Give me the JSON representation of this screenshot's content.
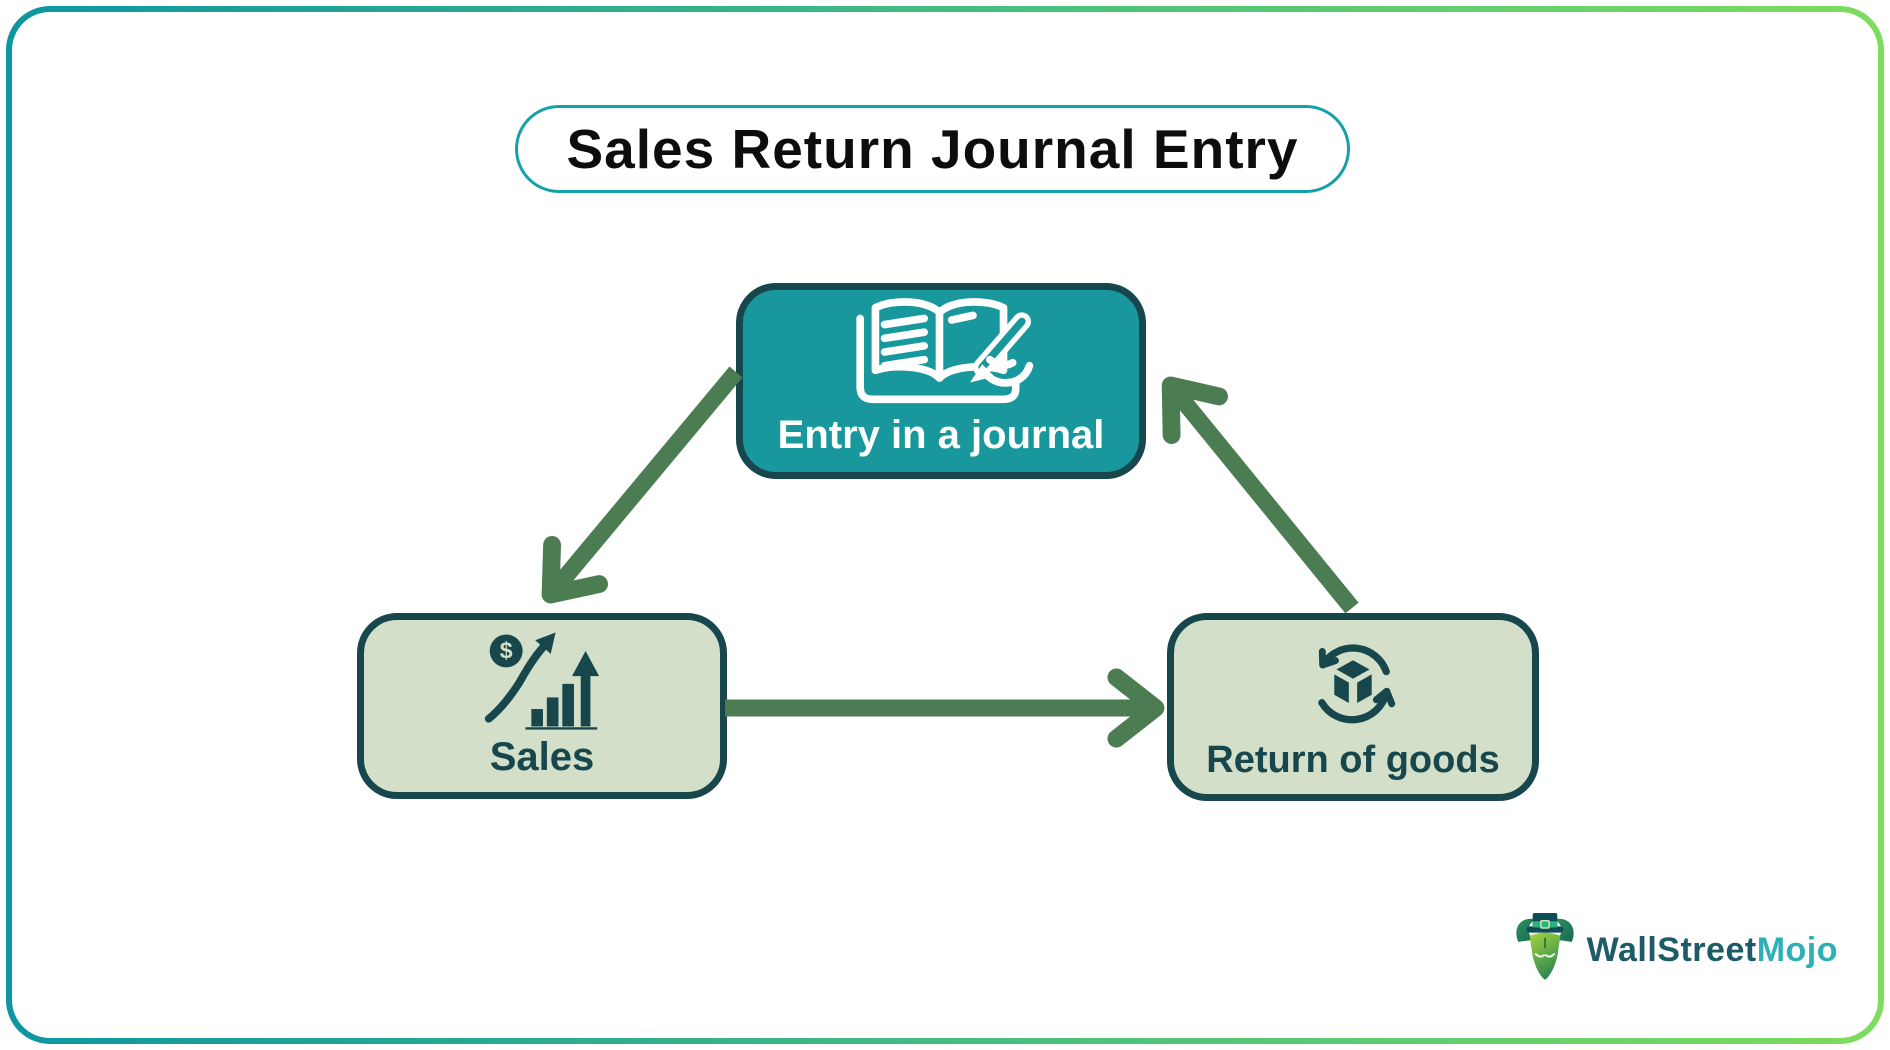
{
  "title": {
    "text": "Sales Return Journal Entry"
  },
  "diagram": {
    "nodes": [
      {
        "id": "journal",
        "label": "Entry in a journal",
        "icon": "book-writing-icon",
        "fill": "#18989c",
        "text_color": "#ffffff"
      },
      {
        "id": "sales",
        "label": "Sales",
        "icon": "sales-growth-icon",
        "fill": "#d3dfc8",
        "text_color": "#17474c"
      },
      {
        "id": "return",
        "label": "Return of goods",
        "icon": "package-return-icon",
        "fill": "#d3dfc8",
        "text_color": "#17474c"
      }
    ],
    "arrows": [
      {
        "from": "journal",
        "to": "sales"
      },
      {
        "from": "sales",
        "to": "return"
      },
      {
        "from": "return",
        "to": "journal"
      }
    ]
  },
  "icons": {
    "dollar": "$"
  },
  "logo": {
    "primary": "WallStreet",
    "secondary": "Mojo",
    "icon": "wallstreetmojo-bull-icon"
  },
  "colors": {
    "frame_gradient_start": "#0e96a2",
    "frame_gradient_end": "#7edc5e",
    "title_border": "#16a0a8",
    "node_border": "#17474c",
    "journal_fill": "#18989c",
    "light_fill": "#d3dfc8",
    "arrow_green": "#4c7d52",
    "logo_primary_color": "#1d5b66",
    "logo_secondary_color": "#2fb0b6"
  }
}
